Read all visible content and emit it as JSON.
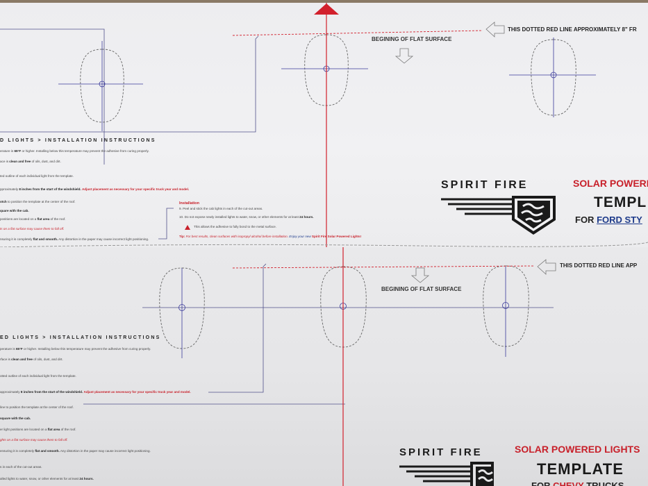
{
  "brand": {
    "logo_text": "SPIRIT FIRE"
  },
  "colors": {
    "red_line": "#d2202c",
    "blue_line": "#2a3a9a",
    "outline": "#555555",
    "title_red": "#c8202a",
    "brand_blue": "#1d3a8a"
  },
  "top_sheet": {
    "dotted_line_note": "THIS DOTTED RED LINE APPROXIMATELY 8\" FR",
    "flat_surface_label": "BEGINING OF FLAT SURFACE",
    "instructions_title": "D LIGHTS > INSTALLATION INSTRUCTIONS",
    "instructions": [
      [
        {
          "t": "erature is "
        },
        {
          "t": "65°F",
          "s": "b"
        },
        {
          "t": " or higher. Installing below this temperature may prevent the adhesive from curing properly."
        }
      ],
      [
        {
          "t": "ace is "
        },
        {
          "t": "clean and free",
          "s": "b"
        },
        {
          "t": " of oils, dust, and dirt."
        }
      ],
      [
        {
          "t": "ted outline of each individual light from the template."
        }
      ],
      [
        {
          "t": "pproximately "
        },
        {
          "t": "8 inches from the start of the windshield.",
          "s": "b"
        },
        {
          "t": "  "
        },
        {
          "t": "Adjust placement as necessary for your specific truck year and model.",
          "s": "rb"
        }
      ],
      [
        {
          "t": "otch",
          "s": "b"
        },
        {
          "t": " to position the template at the center of the roof."
        }
      ],
      [
        {
          "t": "quare with the cab.",
          "s": "b"
        }
      ],
      [
        {
          "t": " positions are located on a "
        },
        {
          "t": "flat area",
          "s": "b"
        },
        {
          "t": " of the roof."
        }
      ],
      [
        {
          "t": "ts on a flat surface may cause them to fall off.",
          "s": "ri"
        }
      ],
      [
        {
          "t": "nsuring it is completely "
        },
        {
          "t": "flat and smooth.",
          "s": "b"
        },
        {
          "t": "  Any distortion in the paper may cause incorrect light positioning."
        }
      ]
    ],
    "installation_heading": "Installation",
    "installation_steps": [
      [
        {
          "t": "9.  Peel and stick the cab lights in each of the cut-out areas."
        }
      ],
      [
        {
          "t": "10.  Do not expose newly installed lights to water, snow, or other elements for at least "
        },
        {
          "t": "24 hours.",
          "s": "b"
        }
      ],
      [
        {
          "t": "This allows the adhesive to fully bond to the metal surface."
        }
      ],
      [
        {
          "t": "Tip:",
          "s": "rb"
        },
        {
          "t": " For best results, clean surfaces with isopropyl alcohol before installation. ",
          "s": "ri"
        },
        {
          "t": "Enjoy your new ",
          "s": "bl"
        },
        {
          "t": "Spirit Fire Solar Powered Lights!",
          "s": "rb"
        }
      ]
    ],
    "title_line1": "SOLAR POWERE",
    "title_line2": "TEMPL",
    "title_line3_prefix": "FOR ",
    "title_line3_brand": "FORD STY"
  },
  "bottom_sheet": {
    "dotted_line_note": "THIS DOTTED RED LINE APP",
    "flat_surface_label": "BEGINING OF FLAT SURFACE",
    "instructions_title": "ED LIGHTS > INSTALLATION INSTRUCTIONS",
    "instructions": [
      [
        {
          "t": "perature is "
        },
        {
          "t": "65°F",
          "s": "b"
        },
        {
          "t": " or higher. Installing below this temperature may prevent the adhesive from curing properly."
        }
      ],
      [
        {
          "t": "rface is "
        },
        {
          "t": "clean and free",
          "s": "b"
        },
        {
          "t": " of oils, dust, and dirt."
        }
      ],
      [
        {
          "t": "otted outline of each individual light from the template."
        }
      ],
      [
        {
          "t": "  approximately "
        },
        {
          "t": "8 inches from the start of the windshield.",
          "s": "b"
        },
        {
          "t": "  "
        },
        {
          "t": "Adjust placement as necessary for your specific truck year and model.",
          "s": "rb"
        }
      ],
      [
        {
          "t": "line to position the template at the center of the roof."
        }
      ],
      [
        {
          "t": "square with the cab.",
          "s": "b"
        }
      ],
      [
        {
          "t": "er light positions are located on a "
        },
        {
          "t": "flat area",
          "s": "b"
        },
        {
          "t": " of the roof."
        }
      ],
      [
        {
          "t": "ghts on a flat surface may cause them to fall off.",
          "s": "ri"
        }
      ],
      [
        {
          "t": "ensuring it is completely "
        },
        {
          "t": "flat and smooth.",
          "s": "b"
        },
        {
          "t": "  Any distortion in the paper may cause incorrect light positioning."
        }
      ],
      [
        {
          "t": "s in each of the cut-out areas."
        }
      ],
      [
        {
          "t": "alled lights to water, snow, or other elements for at least "
        },
        {
          "t": "24 hours.",
          "s": "b"
        }
      ]
    ],
    "title_line1": "SOLAR POWERED LIGHTS",
    "title_line2": "TEMPLATE",
    "title_line3_prefix": "FOR ",
    "title_line3_brand": "CHEVY",
    "title_line3_suffix": " TRUCKS"
  }
}
